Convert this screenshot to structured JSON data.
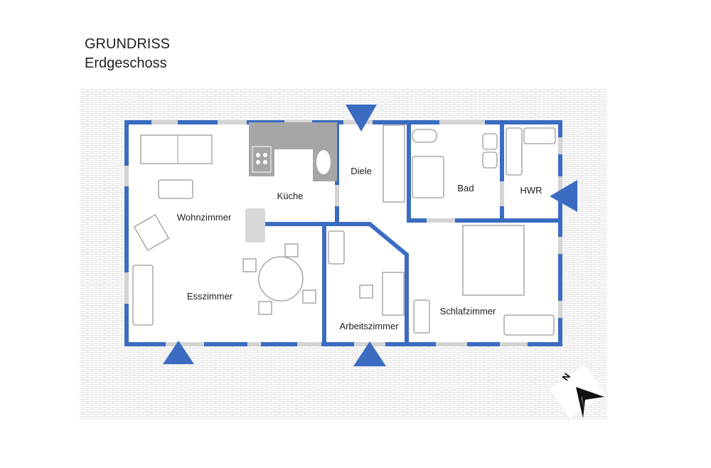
{
  "header": {
    "title": "GRUNDRISS",
    "subtitle": "Erdgeschoss"
  },
  "rooms": {
    "kueche": "Küche",
    "wohnzimmer": "Wohnzimmer",
    "diele": "Diele",
    "bad": "Bad",
    "hwr": "HWR",
    "esszimmer": "Esszimmer",
    "arbeitszimmer": "Arbeitszimmer",
    "schlafzimmer": "Schlafzimmer"
  },
  "compass": {
    "label": "N"
  },
  "colors": {
    "wall": "#3b6cc2",
    "window": "#d4d4d4",
    "kitchen": "#a6a6a6"
  }
}
